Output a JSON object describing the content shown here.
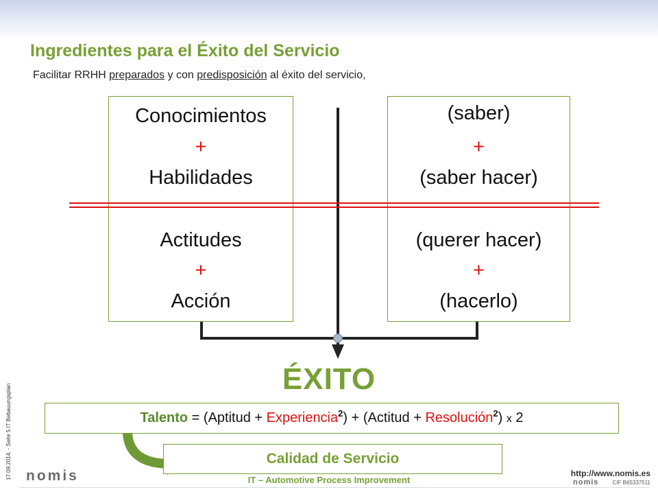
{
  "slide": {
    "title": "Ingredientes para el Éxito del Servicio",
    "subtitle_pre": "Facilitar RRHH ",
    "subtitle_u1": "preparados",
    "subtitle_mid": " y con ",
    "subtitle_u2": "predisposición",
    "subtitle_post": " al éxito del servicio,"
  },
  "left_box": {
    "line1": "Conocimientos",
    "plus1": "+",
    "line2": "Habilidades",
    "line3": "Actitudes",
    "plus2": "+",
    "line4": "Acción"
  },
  "right_box": {
    "line1": "(saber)",
    "plus1": "+",
    "line2": "(saber hacer)",
    "line3": "(querer hacer)",
    "plus2": "+",
    "line4": "(hacerlo)"
  },
  "result": "ÉXITO",
  "formula": {
    "talento": "Talento",
    "eq_open": " = (Aptitud + ",
    "experiencia": "Experiencia",
    "exp1": "2",
    "mid": ") + (Actitud + ",
    "resolucion": "Resolución",
    "exp2": "2",
    "close": ") ",
    "x": "x",
    "two": " 2"
  },
  "calidad": "Calidad de Servicio",
  "footer": {
    "center": "IT – Automotive Process Improvement",
    "url": "http://www.nomis.es",
    "cif": "CIF B65337511",
    "logo": "nomis",
    "side": "17.09.2014, - Seite 5  IT Bebauungsplan"
  },
  "colors": {
    "green": "#77a035",
    "red": "#e01010",
    "arrow_green": "#6e9a35"
  }
}
